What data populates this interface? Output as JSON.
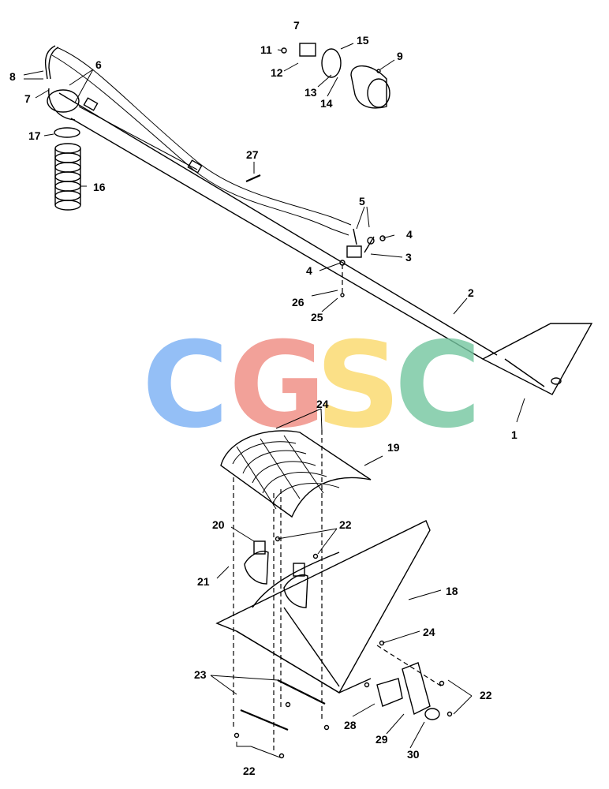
{
  "callouts": {
    "c1": "1",
    "c2": "2",
    "c3": "3",
    "c4a": "4",
    "c4b": "4",
    "c5": "5",
    "c6": "6",
    "c7a": "7",
    "c7b": "7",
    "c8": "8",
    "c9": "9",
    "c11": "11",
    "c12": "12",
    "c13": "13",
    "c14": "14",
    "c15": "15",
    "c16": "16",
    "c17": "17",
    "c18": "18",
    "c19": "19",
    "c20": "20",
    "c21": "21",
    "c22a": "22",
    "c22b": "22",
    "c22c": "22",
    "c23": "23",
    "c24a": "24",
    "c24b": "24",
    "c25": "25",
    "c26": "26",
    "c27": "27",
    "c28": "28",
    "c29": "29",
    "c30": "30"
  },
  "watermark": {
    "letters": [
      "C",
      "G",
      "S",
      "C"
    ],
    "colors": [
      "#7ab0f5",
      "#f08a80",
      "#fbd96a",
      "#74c6a0"
    ]
  }
}
